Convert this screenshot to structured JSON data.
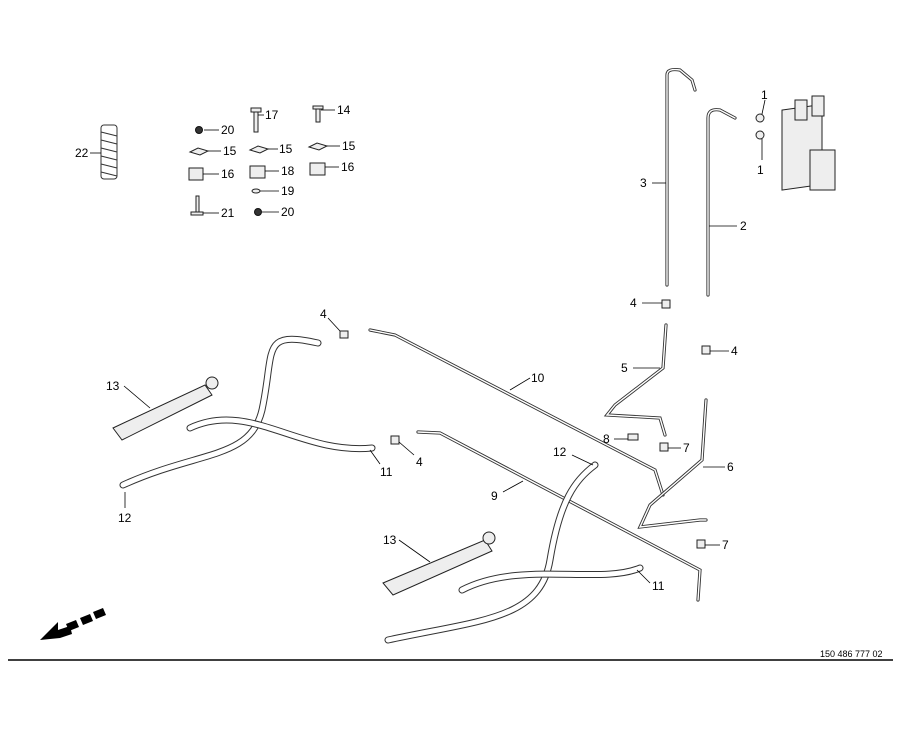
{
  "diagram": {
    "drawing_number": "150 486 777 02",
    "callouts": [
      "22",
      "20",
      "17",
      "14",
      "15",
      "15",
      "15",
      "16",
      "18",
      "16",
      "19",
      "21",
      "20",
      "1",
      "1",
      "3",
      "2",
      "4",
      "4",
      "4",
      "4",
      "5",
      "8",
      "7",
      "7",
      "6",
      "10",
      "9",
      "12",
      "12",
      "13",
      "13",
      "11",
      "11"
    ],
    "direction_arrow_icon": "arrow-down-left-icon"
  }
}
